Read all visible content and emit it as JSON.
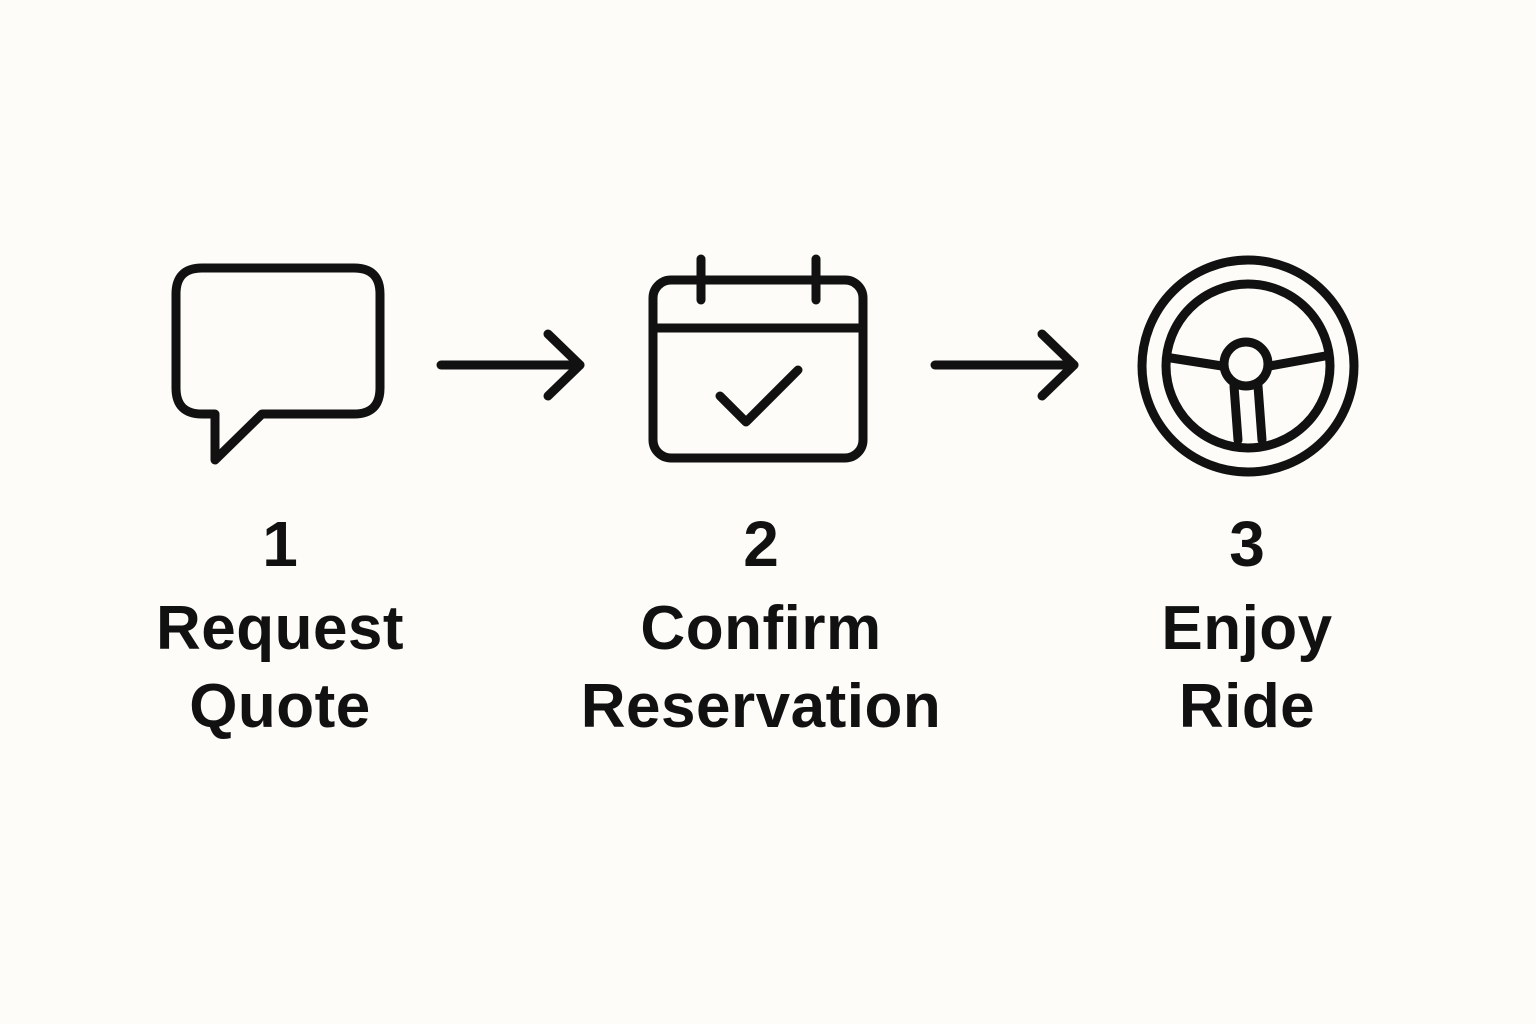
{
  "colors": {
    "background": "#fdfcf8",
    "stroke": "#111111"
  },
  "steps": [
    {
      "number": "1",
      "label_lines": [
        "Request",
        "Quote"
      ],
      "icon": "speech-bubble-icon"
    },
    {
      "number": "2",
      "label_lines": [
        "Confirm",
        "Reservation"
      ],
      "icon": "calendar-check-icon"
    },
    {
      "number": "3",
      "label_lines": [
        "Enjoy",
        "Ride"
      ],
      "icon": "steering-wheel-icon"
    }
  ],
  "connectors": [
    {
      "from": "1",
      "to": "2",
      "icon": "arrow-right-icon"
    },
    {
      "from": "2",
      "to": "3",
      "icon": "arrow-right-icon"
    }
  ]
}
